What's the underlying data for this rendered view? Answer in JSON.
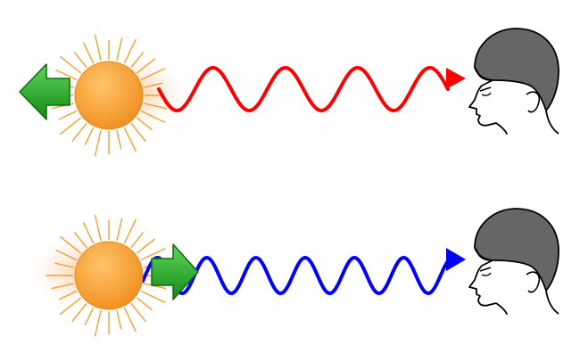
{
  "diagram": {
    "panels": [
      {
        "id": "receding",
        "star_motion": "away-from-observer",
        "wave_color": "#ff0000",
        "wave_shift": "redshift",
        "arrow_direction": "left"
      },
      {
        "id": "approaching",
        "star_motion": "toward-observer",
        "wave_color": "#0000ff",
        "wave_shift": "blueshift",
        "arrow_direction": "right"
      }
    ],
    "colors": {
      "sun_fill": "#f7a23c",
      "sun_rays": "#f0a030",
      "sun_glow": "#f8d7b0",
      "arrow_fill": "#1fa01f",
      "head_hair": "#666666",
      "outline": "#000000"
    },
    "icons": [
      "sun-icon",
      "motion-arrow-icon",
      "observer-head-icon"
    ]
  }
}
